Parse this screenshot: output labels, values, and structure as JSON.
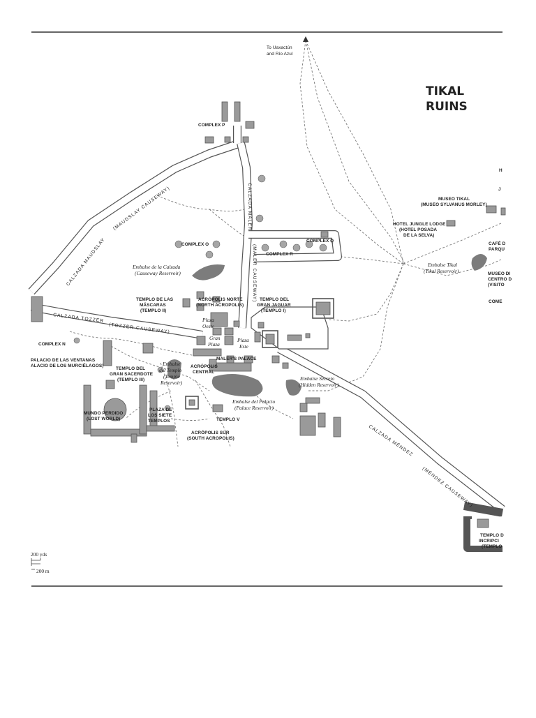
{
  "map": {
    "title_line1": "TIKAL",
    "title_line2": "RUINS",
    "destination": {
      "line1": "To Uaxactún",
      "line2": "and Río Azul"
    },
    "roads": {
      "calzada_maudslay": "CALZADA MAUDSLAY",
      "maudslay_causeway": "(MAUDSLAY CAUSEWAY)",
      "calzada_maler": "CALZADA MALER",
      "maler_causeway": "(MALER CAUSEWAY)",
      "calzada_tozzer": "CALZADA TOZZER",
      "tozzer_causeway": "(TOZZER CAUSEWAY)",
      "calzada_mendez": "CALZADA MÉNDEZ",
      "mendez_causeway": "(MÉNDEZ CAUSEWAY)"
    },
    "labels": {
      "complex_p": "COMPLEX P",
      "complex_o": "COMPLEX O",
      "complex_q": "COMPLEX Q",
      "complex_r": "COMPLEX R",
      "complex_n": "COMPLEX N",
      "museo_tikal_1": "MUSEO TIKAL",
      "museo_tikal_2": "(MUSEO SYLVANUS MORLEY)",
      "jungle_lodge_1": "HOTEL JUNGLE LODGE",
      "jungle_lodge_2": "(HOTEL POSADA",
      "jungle_lodge_3": "DE LA SELVA)",
      "cafe_1": "CAFÉ D",
      "cafe_2": "PARQU",
      "museo_centro_1": "MUSEO DI",
      "museo_centro_2": "CENTRO D",
      "museo_centro_3": "(VISITO",
      "come": "COME",
      "edge_h": "H",
      "edge_j": "J",
      "templo_mascaras_1": "TEMPLO DE LAS",
      "templo_mascaras_2": "MÁSCARAS",
      "templo_mascaras_3": "(TEMPLO II)",
      "acropolis_norte_1": "ACRÓPOLIS NORTE",
      "acropolis_norte_2": "(NORTH ACROPOLIS)",
      "templo_jaguar_1": "TEMPLO DEL",
      "templo_jaguar_2": "GRAN JAGUAR",
      "templo_jaguar_3": "(TEMPLO I)",
      "malers_palace": "MALER'S PALACE",
      "palacio_ventanas_1": "PALACIO DE LAS VENTANAS",
      "palacio_ventanas_2": "ALACIO DE LOS MURCIÉLAGOS)",
      "templo_sacerdote_1": "TEMPLO DEL",
      "templo_sacerdote_2": "GRAN SACERDOTE",
      "templo_sacerdote_3": "(TEMPLO III)",
      "acropolis_central_1": "ACRÓPOLIS",
      "acropolis_central_2": "CENTRAL",
      "mundo_perdido_1": "MUNDO PERDIDO",
      "mundo_perdido_2": "(LOST WORLD)",
      "siete_templos_1": "PLAZA DE",
      "siete_templos_2": "LOS SIETE",
      "siete_templos_3": "TEMPLOS",
      "templo_v": "TEMPLO V",
      "acropolis_sur_1": "ACRÓPOLIS SUR",
      "acropolis_sur_2": "(SOUTH ACROPOLIS)",
      "templo_inscripciones_1": "TEMPLO D",
      "templo_inscripciones_2": "INCRIPCI",
      "templo_inscripciones_3": "(TEMPLO"
    },
    "italic_labels": {
      "embalse_calzada_1": "Embalse de la Calzada",
      "embalse_calzada_2": "(Causeway Reservoir)",
      "embalse_tikal_1": "Embalse Tikal",
      "embalse_tikal_2": "(Tikal Reservoir)",
      "plaza_oeste_1": "Plaza",
      "plaza_oeste_2": "Oeste",
      "gran_plaza_1": "Gran",
      "gran_plaza_2": "Plaza",
      "plaza_este_1": "Plaza",
      "plaza_este_2": "Este",
      "embalse_templo_1": "Embalse",
      "embalse_templo_2": "del Templo",
      "embalse_templo_3": "(Temple",
      "embalse_templo_4": "Reservoir)",
      "embalse_palacio_1": "Embalse del Palacio",
      "embalse_palacio_2": "(Palace Reservoir)",
      "embalse_secreto_1": "Embalse Secreto",
      "embalse_secreto_2": "(Hidden Reservoir)"
    },
    "scale": {
      "yds": "200 yds",
      "m": "200 m"
    }
  }
}
